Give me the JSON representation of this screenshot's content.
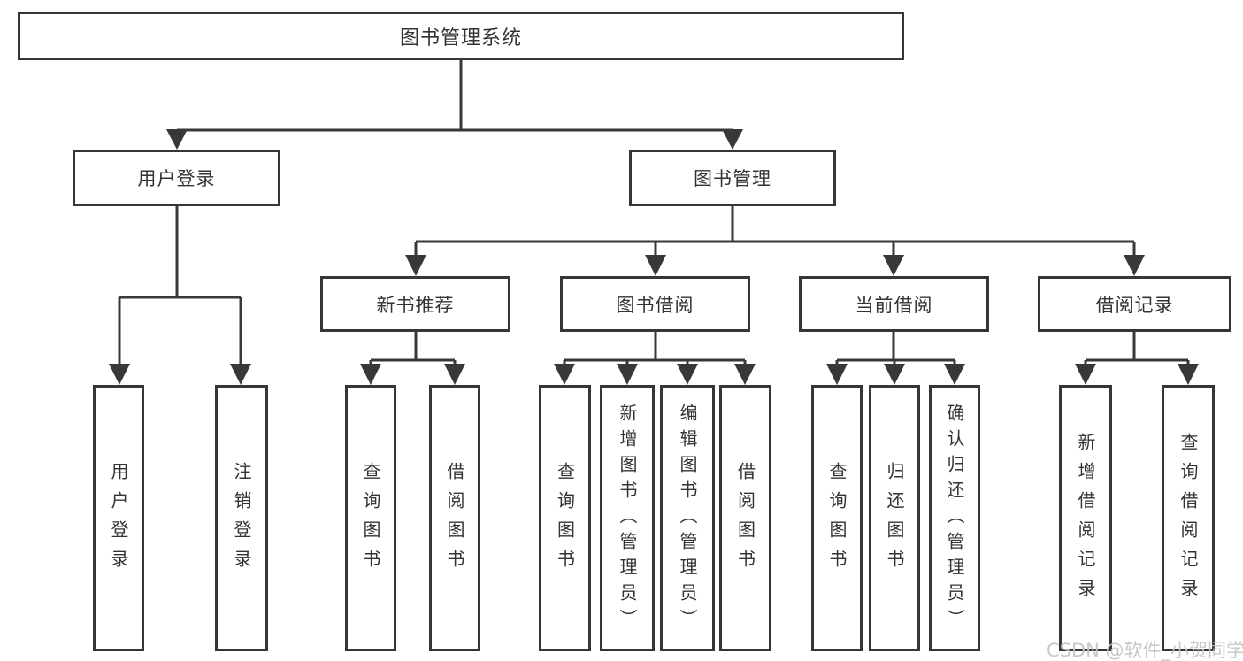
{
  "diagram": {
    "root": "图书管理系统",
    "level2": [
      {
        "label": "用户登录",
        "leaves": [
          "用户登录",
          "注销登录"
        ]
      },
      {
        "label": "图书管理",
        "groups": [
          {
            "label": "新书推荐",
            "leaves": [
              "查询图书",
              "借阅图书"
            ]
          },
          {
            "label": "图书借阅",
            "leaves": [
              "查询图书",
              "新增图书（管理员）",
              "编辑图书（管理员）",
              "借阅图书"
            ]
          },
          {
            "label": "当前借阅",
            "leaves": [
              "查询图书",
              "归还图书",
              "确认归还（管理员）"
            ]
          },
          {
            "label": "借阅记录",
            "leaves": [
              "新增借阅记录",
              "查询借阅记录"
            ]
          }
        ]
      }
    ]
  },
  "watermark": "CSDN @软件_小贺同学",
  "colors": {
    "line": "#383838",
    "text": "#333333",
    "watermark": "#c6c3c3",
    "background": "#ffffff"
  }
}
